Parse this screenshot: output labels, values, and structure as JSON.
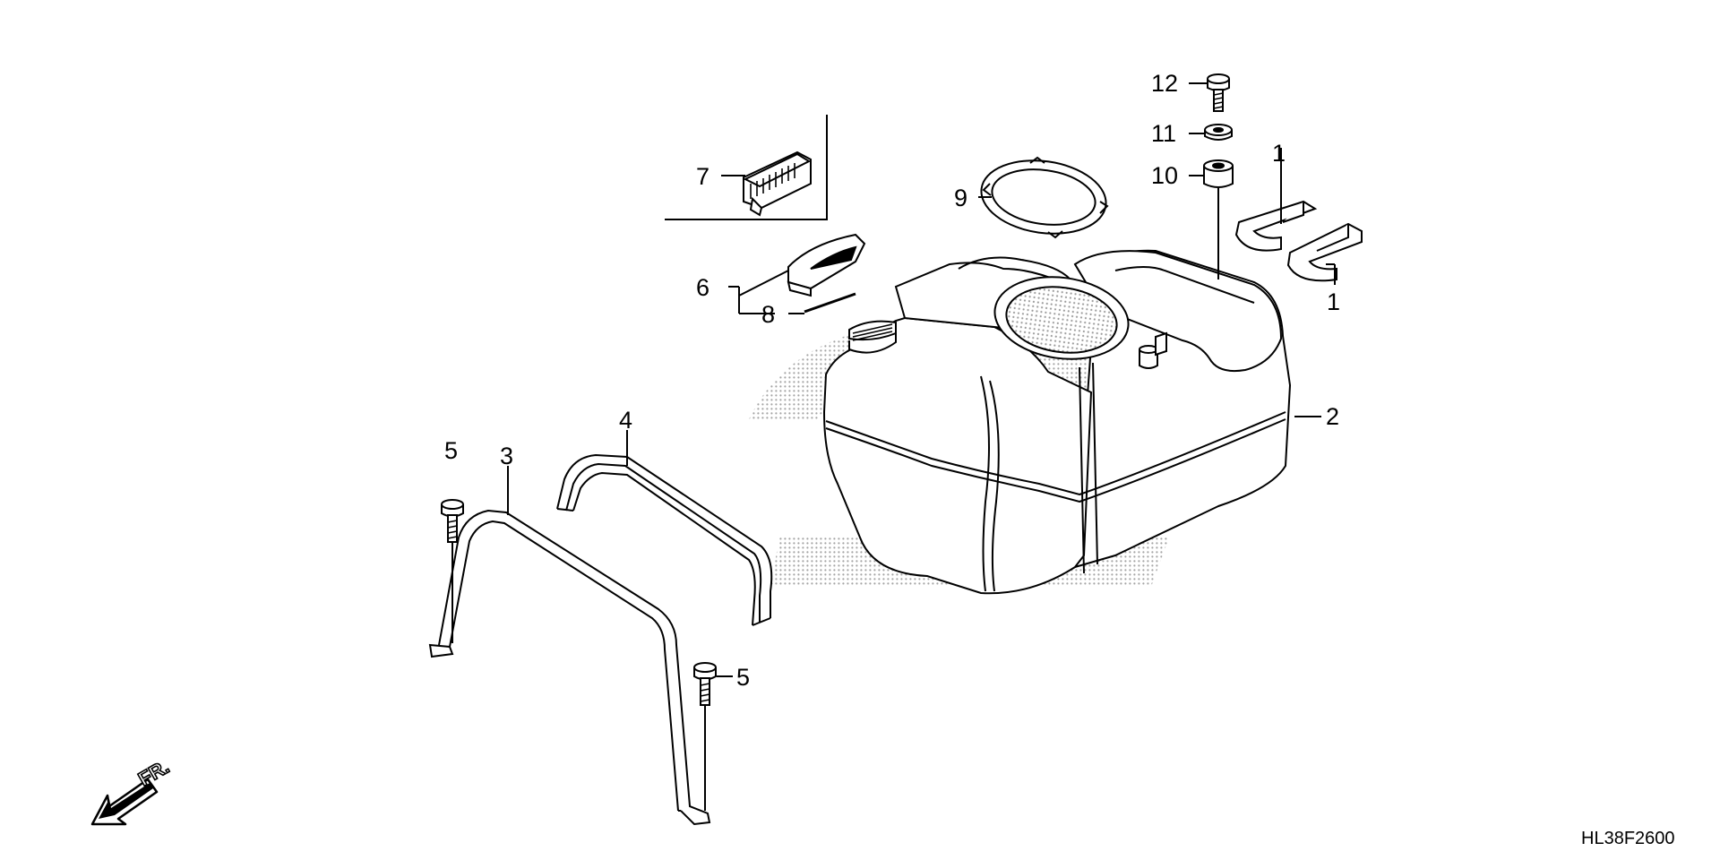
{
  "diagram": {
    "reference_code": "HL38F2600",
    "direction_indicator": "FR.",
    "colors": {
      "line": "#000000",
      "background": "#ffffff",
      "watermark_dots": "#9a9a9a"
    },
    "callouts": [
      {
        "id": "c1a",
        "label": "1"
      },
      {
        "id": "c1b",
        "label": "1"
      },
      {
        "id": "c2",
        "label": "2"
      },
      {
        "id": "c3",
        "label": "3"
      },
      {
        "id": "c4",
        "label": "4"
      },
      {
        "id": "c5a",
        "label": "5"
      },
      {
        "id": "c5b",
        "label": "5"
      },
      {
        "id": "c6",
        "label": "6"
      },
      {
        "id": "c7",
        "label": "7"
      },
      {
        "id": "c8",
        "label": "8"
      },
      {
        "id": "c9",
        "label": "9"
      },
      {
        "id": "c10",
        "label": "10"
      },
      {
        "id": "c11",
        "label": "11"
      },
      {
        "id": "c12",
        "label": "12"
      }
    ]
  }
}
